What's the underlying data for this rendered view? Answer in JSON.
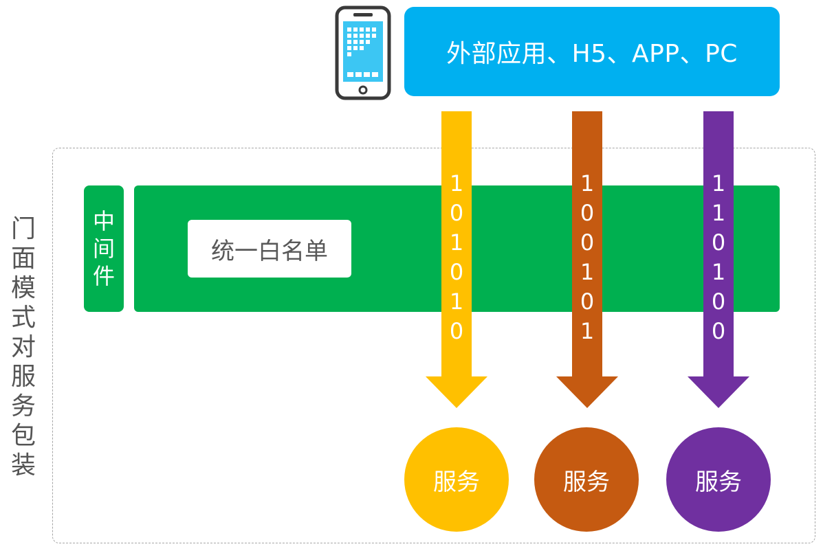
{
  "top_banner": {
    "text": "外部应用、H5、APP、PC",
    "color": "#00b0f0"
  },
  "phone_icon": "smartphone-icon",
  "facade": {
    "label_chars": [
      "门",
      "面",
      "模",
      "式",
      "对",
      "服",
      "务",
      "包",
      "装"
    ]
  },
  "middleware": {
    "label_chars": [
      "中",
      "间",
      "件"
    ],
    "color": "#00b050",
    "whitelist_text": "统一白名单"
  },
  "arrows": [
    {
      "color": "#ffc000",
      "bits": [
        "1",
        "0",
        "1",
        "0",
        "1",
        "0"
      ]
    },
    {
      "color": "#c55a11",
      "bits": [
        "1",
        "0",
        "0",
        "1",
        "0",
        "1"
      ]
    },
    {
      "color": "#7030a0",
      "bits": [
        "1",
        "1",
        "0",
        "1",
        "0",
        "0"
      ]
    }
  ],
  "services": [
    {
      "label": "服务",
      "color": "#ffc000"
    },
    {
      "label": "服务",
      "color": "#c55a11"
    },
    {
      "label": "服务",
      "color": "#7030a0"
    }
  ]
}
